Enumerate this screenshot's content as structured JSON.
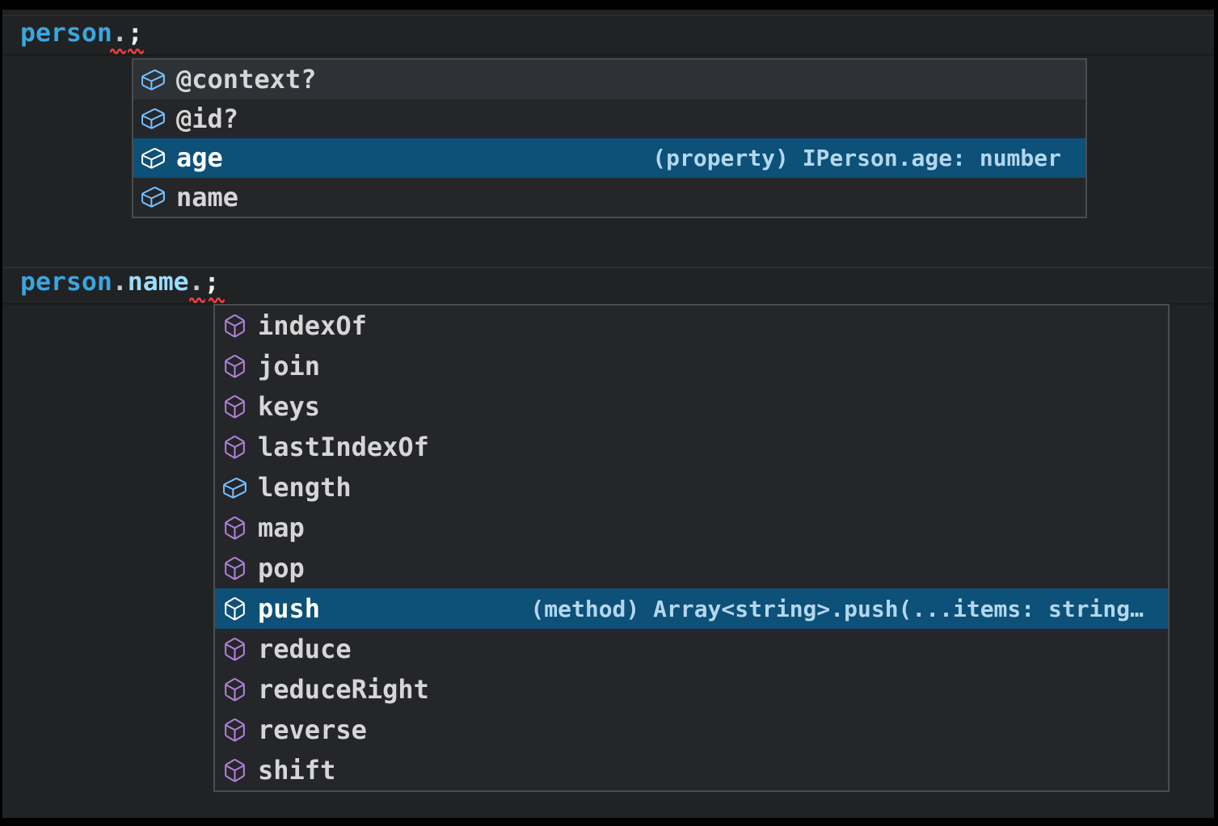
{
  "code": {
    "line1": {
      "variable": "person",
      "dot": ".",
      "semicolon": ";"
    },
    "line2": {
      "variable": "person",
      "dot1": ".",
      "property": "name",
      "dot2": ".",
      "semicolon": ";"
    }
  },
  "suggest_person": {
    "items": [
      {
        "label": "@context?",
        "kind": "field",
        "selected": false
      },
      {
        "label": "@id?",
        "kind": "field",
        "selected": false
      },
      {
        "label": "age",
        "kind": "field",
        "selected": true,
        "detail": "(property) IPerson.age: number"
      },
      {
        "label": "name",
        "kind": "field",
        "selected": false
      }
    ]
  },
  "suggest_name": {
    "items": [
      {
        "label": "indexOf",
        "kind": "method",
        "selected": false
      },
      {
        "label": "join",
        "kind": "method",
        "selected": false
      },
      {
        "label": "keys",
        "kind": "method",
        "selected": false
      },
      {
        "label": "lastIndexOf",
        "kind": "method",
        "selected": false
      },
      {
        "label": "length",
        "kind": "field",
        "selected": false
      },
      {
        "label": "map",
        "kind": "method",
        "selected": false
      },
      {
        "label": "pop",
        "kind": "method",
        "selected": false
      },
      {
        "label": "push",
        "kind": "method",
        "selected": true,
        "detail": "(method) Array<string>.push(...items: string…"
      },
      {
        "label": "reduce",
        "kind": "method",
        "selected": false
      },
      {
        "label": "reduceRight",
        "kind": "method",
        "selected": false
      },
      {
        "label": "reverse",
        "kind": "method",
        "selected": false
      },
      {
        "label": "shift",
        "kind": "method",
        "selected": false
      }
    ]
  },
  "colors": {
    "selection_background": "#0d5078",
    "field_icon": "#75beff",
    "method_icon": "#b180d7",
    "variable_text": "#3aa6e0",
    "property_text": "#9cdcfe",
    "error_squiggle": "#ef3f3f",
    "widget_background": "#252629",
    "editor_background": "#212224"
  }
}
